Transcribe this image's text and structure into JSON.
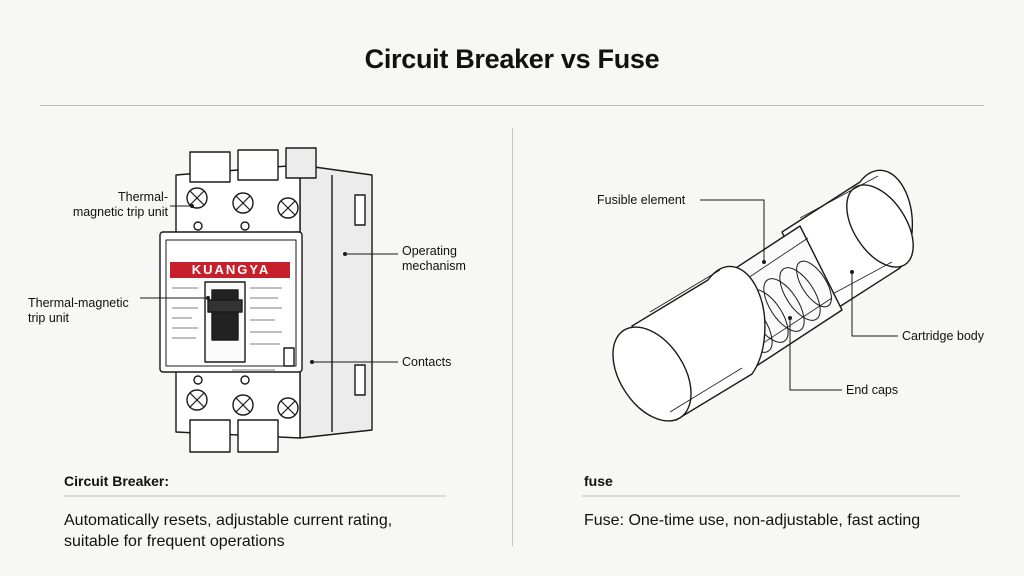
{
  "title": "Circuit Breaker vs Fuse",
  "breaker": {
    "labels": {
      "trip_unit_top": "Thermal-\nmagnetic trip unit",
      "trip_unit_mid": "Thermal-magnetic\ntrip unit",
      "operating_mechanism": "Operating\nmechanism",
      "contacts": "Contacts"
    },
    "brand_text": "KUANGYA",
    "heading": "Circuit Breaker:",
    "description": "Automatically resets, adjustable current rating,\nsuitable for frequent operations"
  },
  "fuse": {
    "labels": {
      "fusible_element": "Fusible element",
      "cartridge_body": "Cartridge body",
      "end_caps": "End caps"
    },
    "heading": "fuse",
    "description": "Fuse: One-time use, non-adjustable, fast acting"
  },
  "colors": {
    "brand_red": "#c8202a",
    "ink": "#111111",
    "rule": "#bdbdbd"
  }
}
